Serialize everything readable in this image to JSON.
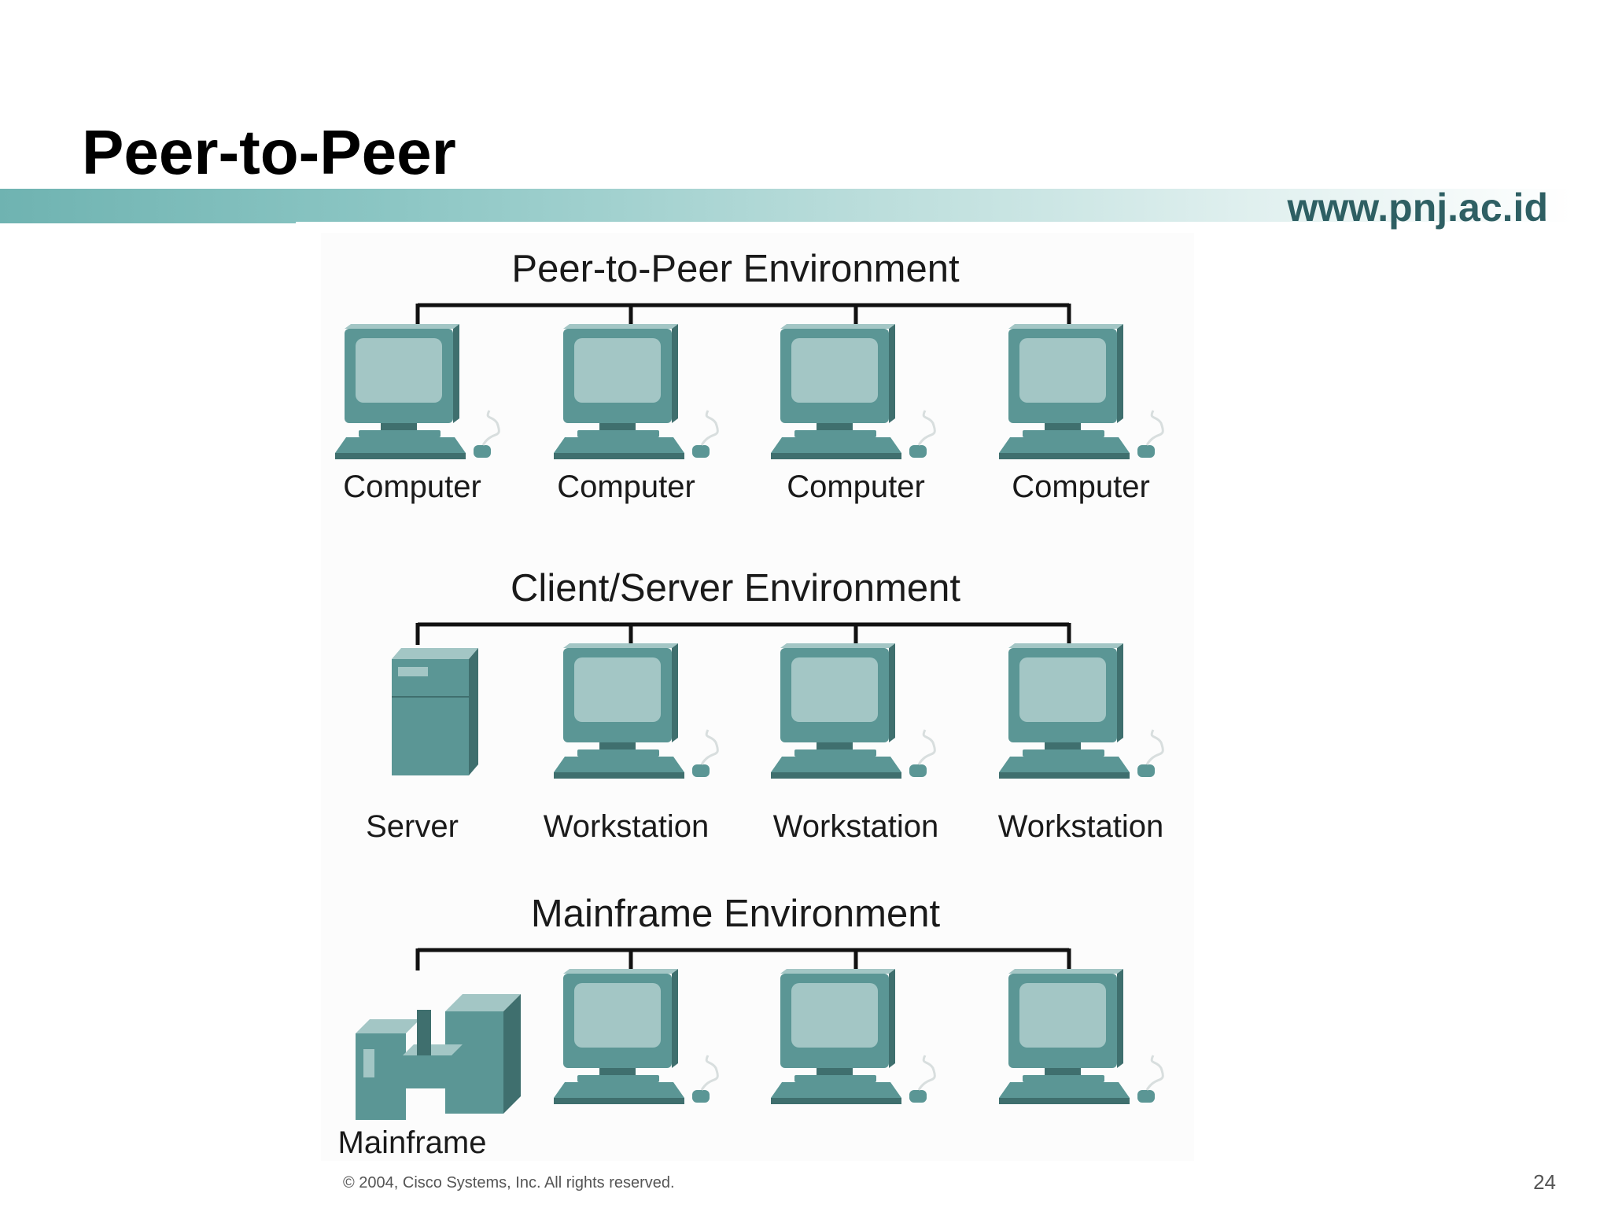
{
  "slide": {
    "title": "Peer-to-Peer",
    "site_url": "www.pnj.ac.id",
    "page_number": "24"
  },
  "diagram": {
    "environments": [
      {
        "title": "Peer-to-Peer Environment",
        "nodes": [
          {
            "icon": "computer-icon",
            "label": "Computer"
          },
          {
            "icon": "computer-icon",
            "label": "Computer"
          },
          {
            "icon": "computer-icon",
            "label": "Computer"
          },
          {
            "icon": "computer-icon",
            "label": "Computer"
          }
        ]
      },
      {
        "title": "Client/Server Environment",
        "nodes": [
          {
            "icon": "server-icon",
            "label": "Server"
          },
          {
            "icon": "computer-icon",
            "label": "Workstation"
          },
          {
            "icon": "computer-icon",
            "label": "Workstation"
          },
          {
            "icon": "computer-icon",
            "label": "Workstation"
          }
        ]
      },
      {
        "title": "Mainframe Environment",
        "nodes": [
          {
            "icon": "mainframe-icon",
            "label": "Mainframe"
          },
          {
            "icon": "computer-icon",
            "label": ""
          },
          {
            "icon": "computer-icon",
            "label": ""
          },
          {
            "icon": "computer-icon",
            "label": ""
          }
        ]
      }
    ],
    "copyright": "© 2004, Cisco Systems, Inc. All rights reserved."
  },
  "colors": {
    "device_fill": "#5b9695",
    "device_light": "#a3c6c5",
    "device_dark": "#3f6f6e",
    "header_band": "#6fb3b1",
    "url_text": "#2e5f63"
  }
}
